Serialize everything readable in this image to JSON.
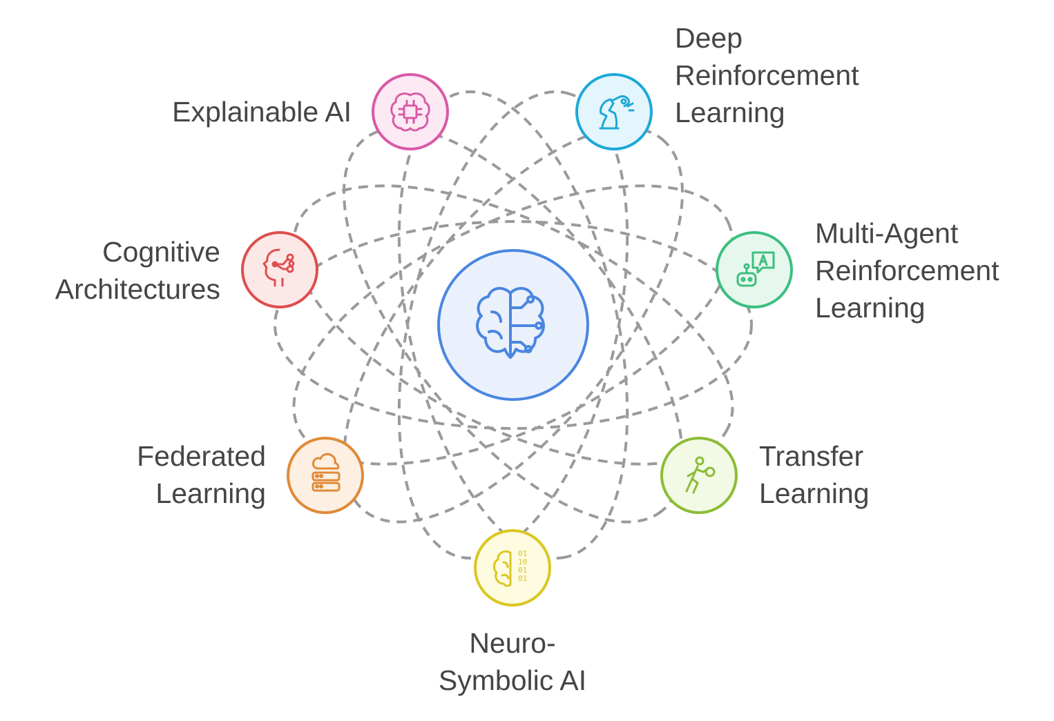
{
  "center": {
    "icon": "brain-circuit-icon",
    "color": "#4a86e0",
    "fill": "#eaf1fd"
  },
  "nodes": [
    {
      "id": "explainable-ai",
      "label_lines": [
        "Explainable AI"
      ],
      "icon": "brain-chip-icon",
      "color": "#d85aa6",
      "fill": "#fde9f4"
    },
    {
      "id": "deep-reinforcement-learning",
      "label_lines": [
        "Deep",
        "Reinforcement",
        "Learning"
      ],
      "icon": "chess-knight-robot-arm-icon",
      "color": "#1ea8d8",
      "fill": "#e4f6fd"
    },
    {
      "id": "multi-agent-reinforcement-learning",
      "label_lines": [
        "Multi-Agent",
        "Reinforcement",
        "Learning"
      ],
      "icon": "robot-chat-icon",
      "color": "#3cbf7f",
      "fill": "#e6f8ee"
    },
    {
      "id": "transfer-learning",
      "label_lines": [
        "Transfer",
        "Learning"
      ],
      "icon": "person-throwing-icon",
      "color": "#8cbc36",
      "fill": "#f2f9e4"
    },
    {
      "id": "neuro-symbolic-ai",
      "label_lines": [
        "Neuro-",
        "Symbolic AI"
      ],
      "icon": "brain-binary-icon",
      "color": "#d9c722",
      "fill": "#fdfbe0"
    },
    {
      "id": "federated-learning",
      "label_lines": [
        "Federated",
        "Learning"
      ],
      "icon": "cloud-server-icon",
      "color": "#df8a38",
      "fill": "#fdefe1"
    },
    {
      "id": "cognitive-architectures",
      "label_lines": [
        "Cognitive",
        "Architectures"
      ],
      "icon": "head-network-icon",
      "color": "#de4e4e",
      "fill": "#fde8e8"
    }
  ]
}
